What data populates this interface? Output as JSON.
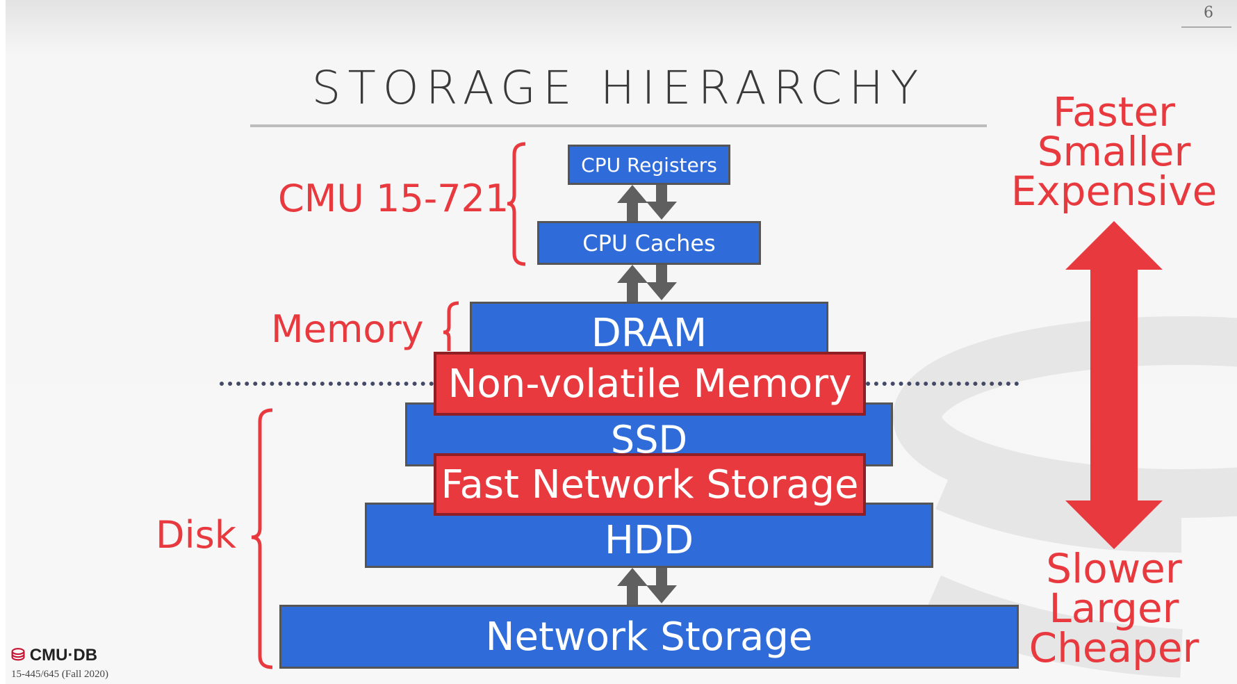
{
  "page_number": "6",
  "title": "STORAGE HIERARCHY",
  "tiers": {
    "cpu_registers": "CPU Registers",
    "cpu_caches": "CPU Caches",
    "dram": "DRAM",
    "nvm": "Non-volatile Memory",
    "ssd": "SSD",
    "fast_network": "Fast Network Storage",
    "hdd": "HDD",
    "network": "Network Storage"
  },
  "groups": {
    "cmu": "CMU 15-721",
    "memory": "Memory",
    "disk": "Disk"
  },
  "top_text": [
    "Faster",
    "Smaller",
    "Expensive"
  ],
  "bottom_text": [
    "Slower",
    "Larger",
    "Cheaper"
  ],
  "footer": {
    "logo": "CMU·DB",
    "course": "15-445/645 (Fall 2020)"
  },
  "colors": {
    "blue": "#2f6bd9",
    "red": "#e8393f",
    "arrow_gray": "#5f5f5f"
  },
  "icons": [
    "double-arrow-icon",
    "database-logo-icon",
    "watermark-database-icon"
  ]
}
